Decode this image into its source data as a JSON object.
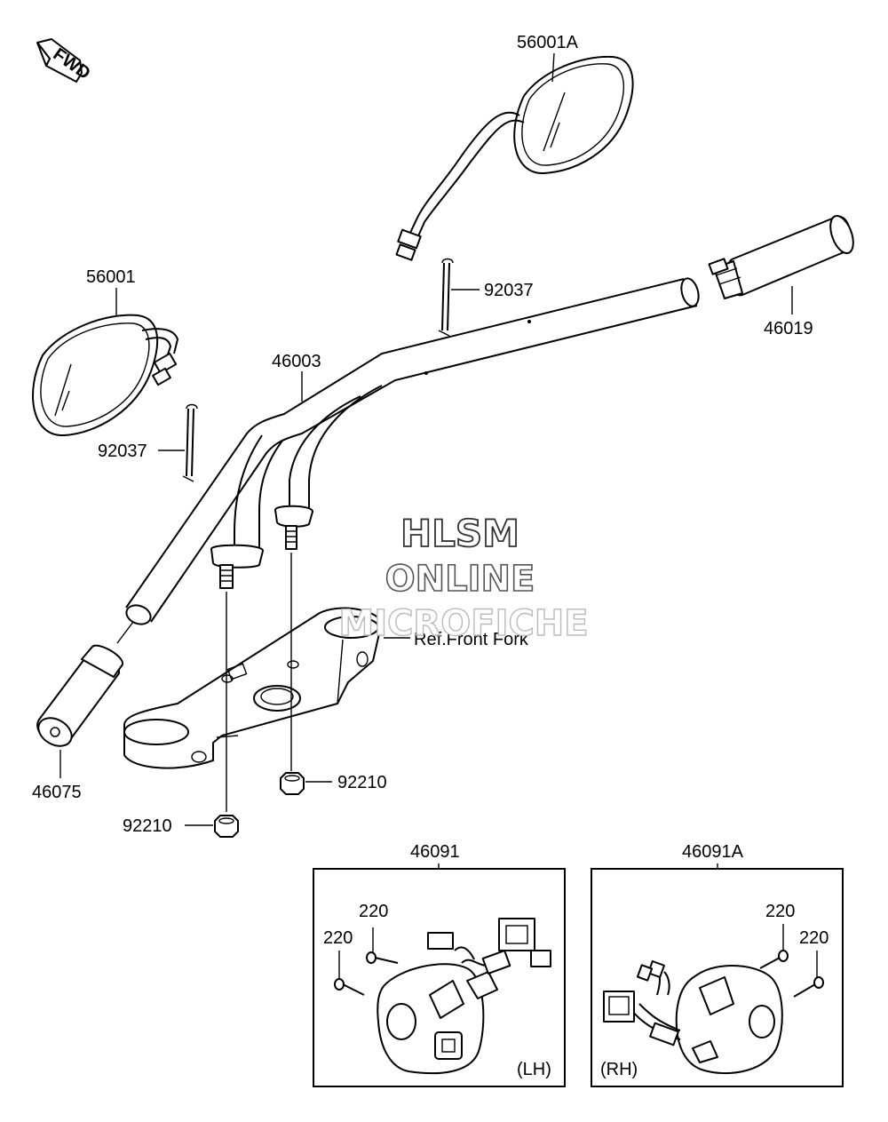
{
  "fwd_label": "FWD",
  "watermark": {
    "line1": "HLSM",
    "line2": "ONLINE",
    "line3": "MICROFICHE"
  },
  "labels": {
    "mirror_right": "56001A",
    "mirror_left": "56001",
    "clip_right": "92037",
    "clip_left": "92037",
    "handlebar": "46003",
    "throttle_grip": "46019",
    "left_grip": "46075",
    "front_fork_ref": "Ref.Front Fork",
    "nut_right": "92210",
    "nut_left": "92210",
    "switch_lh": "46091",
    "switch_rh": "46091A",
    "lh_screw_a": "220",
    "lh_screw_b": "220",
    "rh_screw_a": "220",
    "rh_screw_b": "220",
    "lh_tag": "(LH)",
    "rh_tag": "(RH)"
  }
}
